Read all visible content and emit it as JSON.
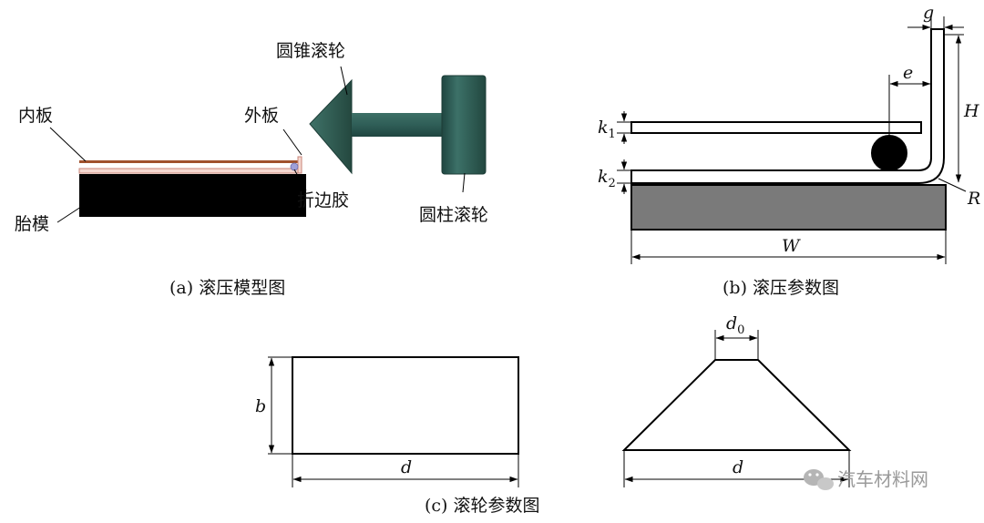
{
  "panel_a": {
    "caption": "(a) 滚压模型图",
    "labels": {
      "inner_panel": "内板",
      "outer_panel": "外板",
      "cone_roller": "圆锥滚轮",
      "hem_adhesive": "折边胶",
      "die": "胎模",
      "cylinder_roller": "圆柱滚轮"
    },
    "colors": {
      "roller": "#2f5e57",
      "die": "#000000",
      "inner_panel": "#a0522d",
      "outer_panel": "#d49b8a",
      "adhesive": "#9fa0d8"
    }
  },
  "panel_b": {
    "caption": "(b) 滚压参数图",
    "labels": {
      "g": "g",
      "e": "e",
      "H": "H",
      "k1_base": "k",
      "k1_sub": "1",
      "k2_base": "k",
      "k2_sub": "2",
      "R": "R",
      "W": "W"
    },
    "colors": {
      "base": "#7a7a7a",
      "roller": "#000000"
    }
  },
  "panel_c": {
    "caption": "(c) 滚轮参数图",
    "labels": {
      "b": "b",
      "d_left": "d",
      "d_right": "d",
      "d0_base": "d",
      "d0_sub": "0"
    }
  },
  "watermark": {
    "text": "汽车材料网",
    "icon": "wechat-icon"
  }
}
